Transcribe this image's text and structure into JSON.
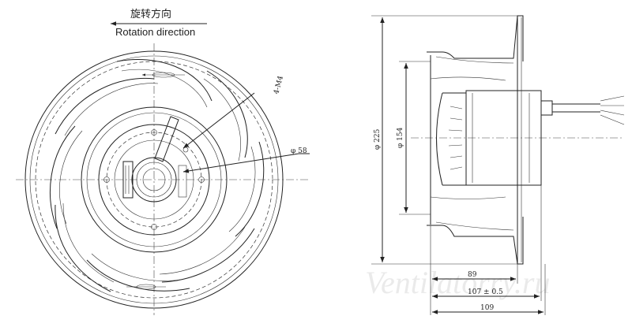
{
  "rotation": {
    "label_cn": "旋转方向",
    "label_en": "Rotation direction"
  },
  "front_view": {
    "label_holes": "4-M4",
    "label_phi58": "φ 58"
  },
  "side_view": {
    "dim_225": "φ 225",
    "dim_154": "φ 154",
    "dim_89": "89",
    "dim_107": "107 ± 0.5",
    "dim_109": "109"
  },
  "watermark": "Ventilatorry.ru"
}
